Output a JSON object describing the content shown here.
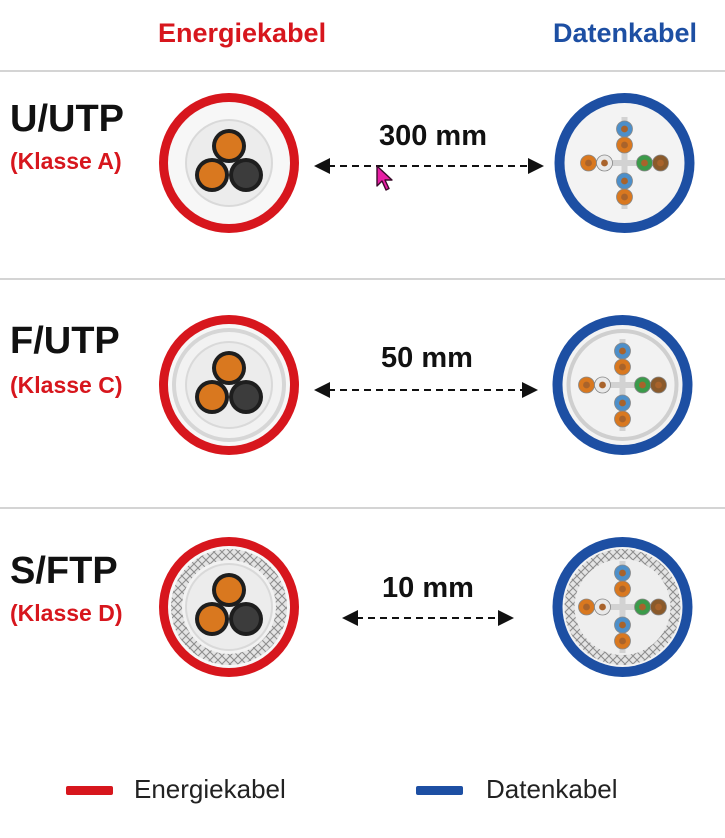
{
  "headers": {
    "energie": "Energiekabel",
    "daten": "Datenkabel"
  },
  "colors": {
    "energie": "#d7161d",
    "daten": "#1d4fa3",
    "core_orange": "#d9781f",
    "core_black": "#3c3c3c",
    "text": "#111111"
  },
  "rows": [
    {
      "name": "U/UTP",
      "klasse": "(Klasse A)",
      "distance": "300 mm",
      "shield": "none"
    },
    {
      "name": "F/UTP",
      "klasse": "(Klasse C)",
      "distance": "50 mm",
      "shield": "foil"
    },
    {
      "name": "S/FTP",
      "klasse": "(Klasse D)",
      "distance": "10 mm",
      "shield": "braid"
    }
  ],
  "legend": {
    "energie": "Energiekabel",
    "daten": "Datenkabel"
  },
  "icons": {
    "arrow": "double-headed-dashed-arrow",
    "cursor": "mouse-pointer-icon"
  }
}
